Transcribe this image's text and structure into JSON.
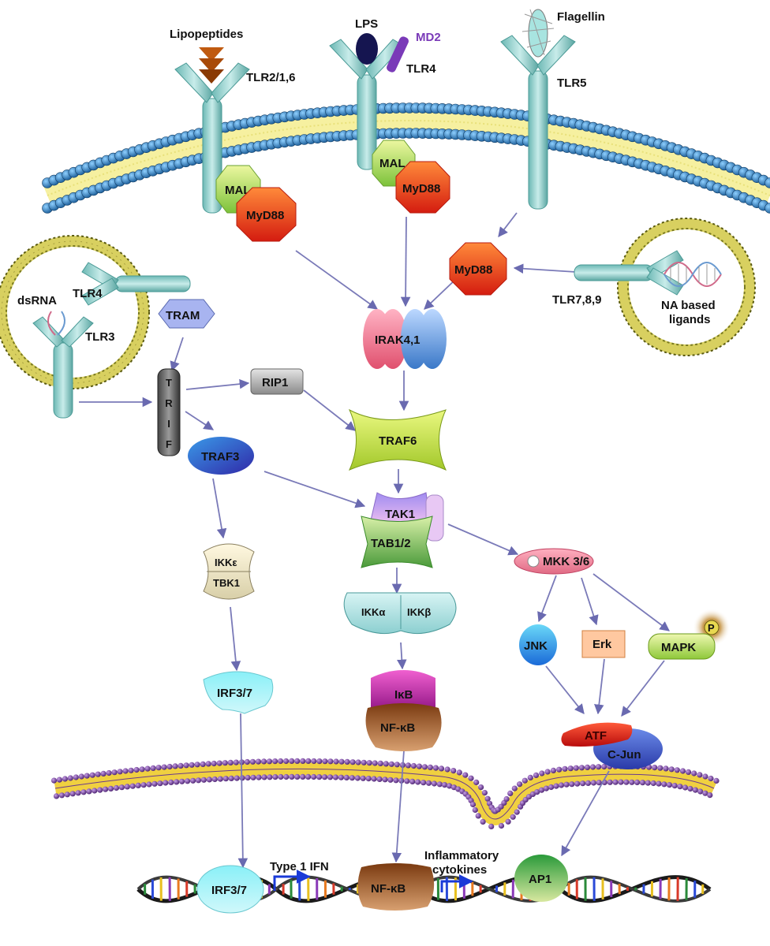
{
  "ligands": {
    "lipopeptides": "Lipopeptides",
    "lps": "LPS",
    "md2": "MD2",
    "flagellin": "Flagellin",
    "dsrna": "dsRNA",
    "na_based_ligands_line1": "NA based",
    "na_based_ligands_line2": "ligands"
  },
  "receptors": {
    "tlr2": "TLR2/1,6",
    "tlr4_surface": "TLR4",
    "tlr5": "TLR5",
    "tlr4_endosome": "TLR4",
    "tlr3": "TLR3",
    "tlr789": "TLR7,8,9"
  },
  "adaptors": {
    "mal": "MAL",
    "myd88": "MyD88",
    "tram": "TRAM",
    "trif_letters": [
      "T",
      "R",
      "I",
      "F"
    ]
  },
  "signaling": {
    "irak": "IRAK4,1",
    "rip1": "RIP1",
    "traf6": "TRAF6",
    "traf3": "TRAF3",
    "tak1": "TAK1",
    "tab12": "TAB1/2",
    "ikk_epsilon": "IKKε",
    "tbk1": "TBK1",
    "ikk_alpha": "IKKα",
    "ikk_beta": "IKKβ",
    "mkk": "MKK 3/6",
    "jnk": "JNK",
    "erk": "Erk",
    "mapk": "MAPK",
    "p": "P",
    "irf37": "IRF3/7",
    "ikb": "IκB",
    "nfkb": "NF-κB",
    "atf": "ATF",
    "cjun": "C-Jun"
  },
  "nucleus": {
    "irf37": "IRF3/7",
    "type1ifn": "Type 1 IFN",
    "nfkb": "NF-κB",
    "inflammatory_line1": "Inflammatory",
    "inflammatory_line2": "cytokines",
    "ap1": "AP1"
  },
  "colors": {
    "receptor": "#8fd0cc",
    "membrane_head": "#2b7fb8",
    "membrane_core": "#f6f0a0",
    "nuclear_head": "#6a3a8c",
    "nuclear_core": "#f0d040",
    "arrow": "#7a7ab8",
    "myd88": "#e8491c",
    "mal": "#a7d24a",
    "traf6": "#c5e34a"
  }
}
